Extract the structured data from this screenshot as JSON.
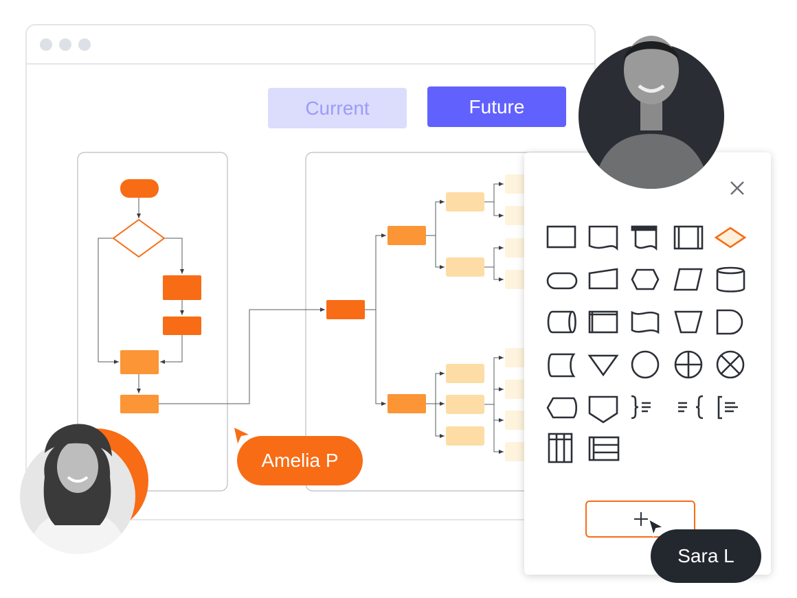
{
  "window": {
    "controls": [
      "close",
      "minimize",
      "maximize"
    ]
  },
  "tabs": {
    "current_label": "Current",
    "future_label": "Future"
  },
  "colors": {
    "accent": "#6161fe",
    "accent_light": "#dcdcfd",
    "orange": "#f76c15",
    "orange_mid": "#fb9535",
    "orange_light": "#fddca5",
    "orange_pale": "#fef3dc",
    "dark": "#23282f"
  },
  "collaborators": [
    {
      "name": "Amelia P",
      "color": "#f76c15"
    },
    {
      "name": "Sara L",
      "color": "#23282f"
    }
  ],
  "shape_panel": {
    "close_icon": "close-icon",
    "shapes": [
      "process",
      "document",
      "multiple-documents",
      "predefined-process",
      "decision",
      "terminator",
      "manual-input",
      "preparation",
      "data",
      "database",
      "direct-access-storage",
      "internal-storage",
      "punched-tape",
      "manual-operation",
      "delay",
      "stored-data",
      "merge",
      "connector",
      "or",
      "summing-junction",
      "display",
      "off-page-connector",
      "annotation-right",
      "annotation-left",
      "bracket-note",
      "table-columns",
      "table-rows"
    ],
    "add_button_icon": "plus-icon"
  }
}
